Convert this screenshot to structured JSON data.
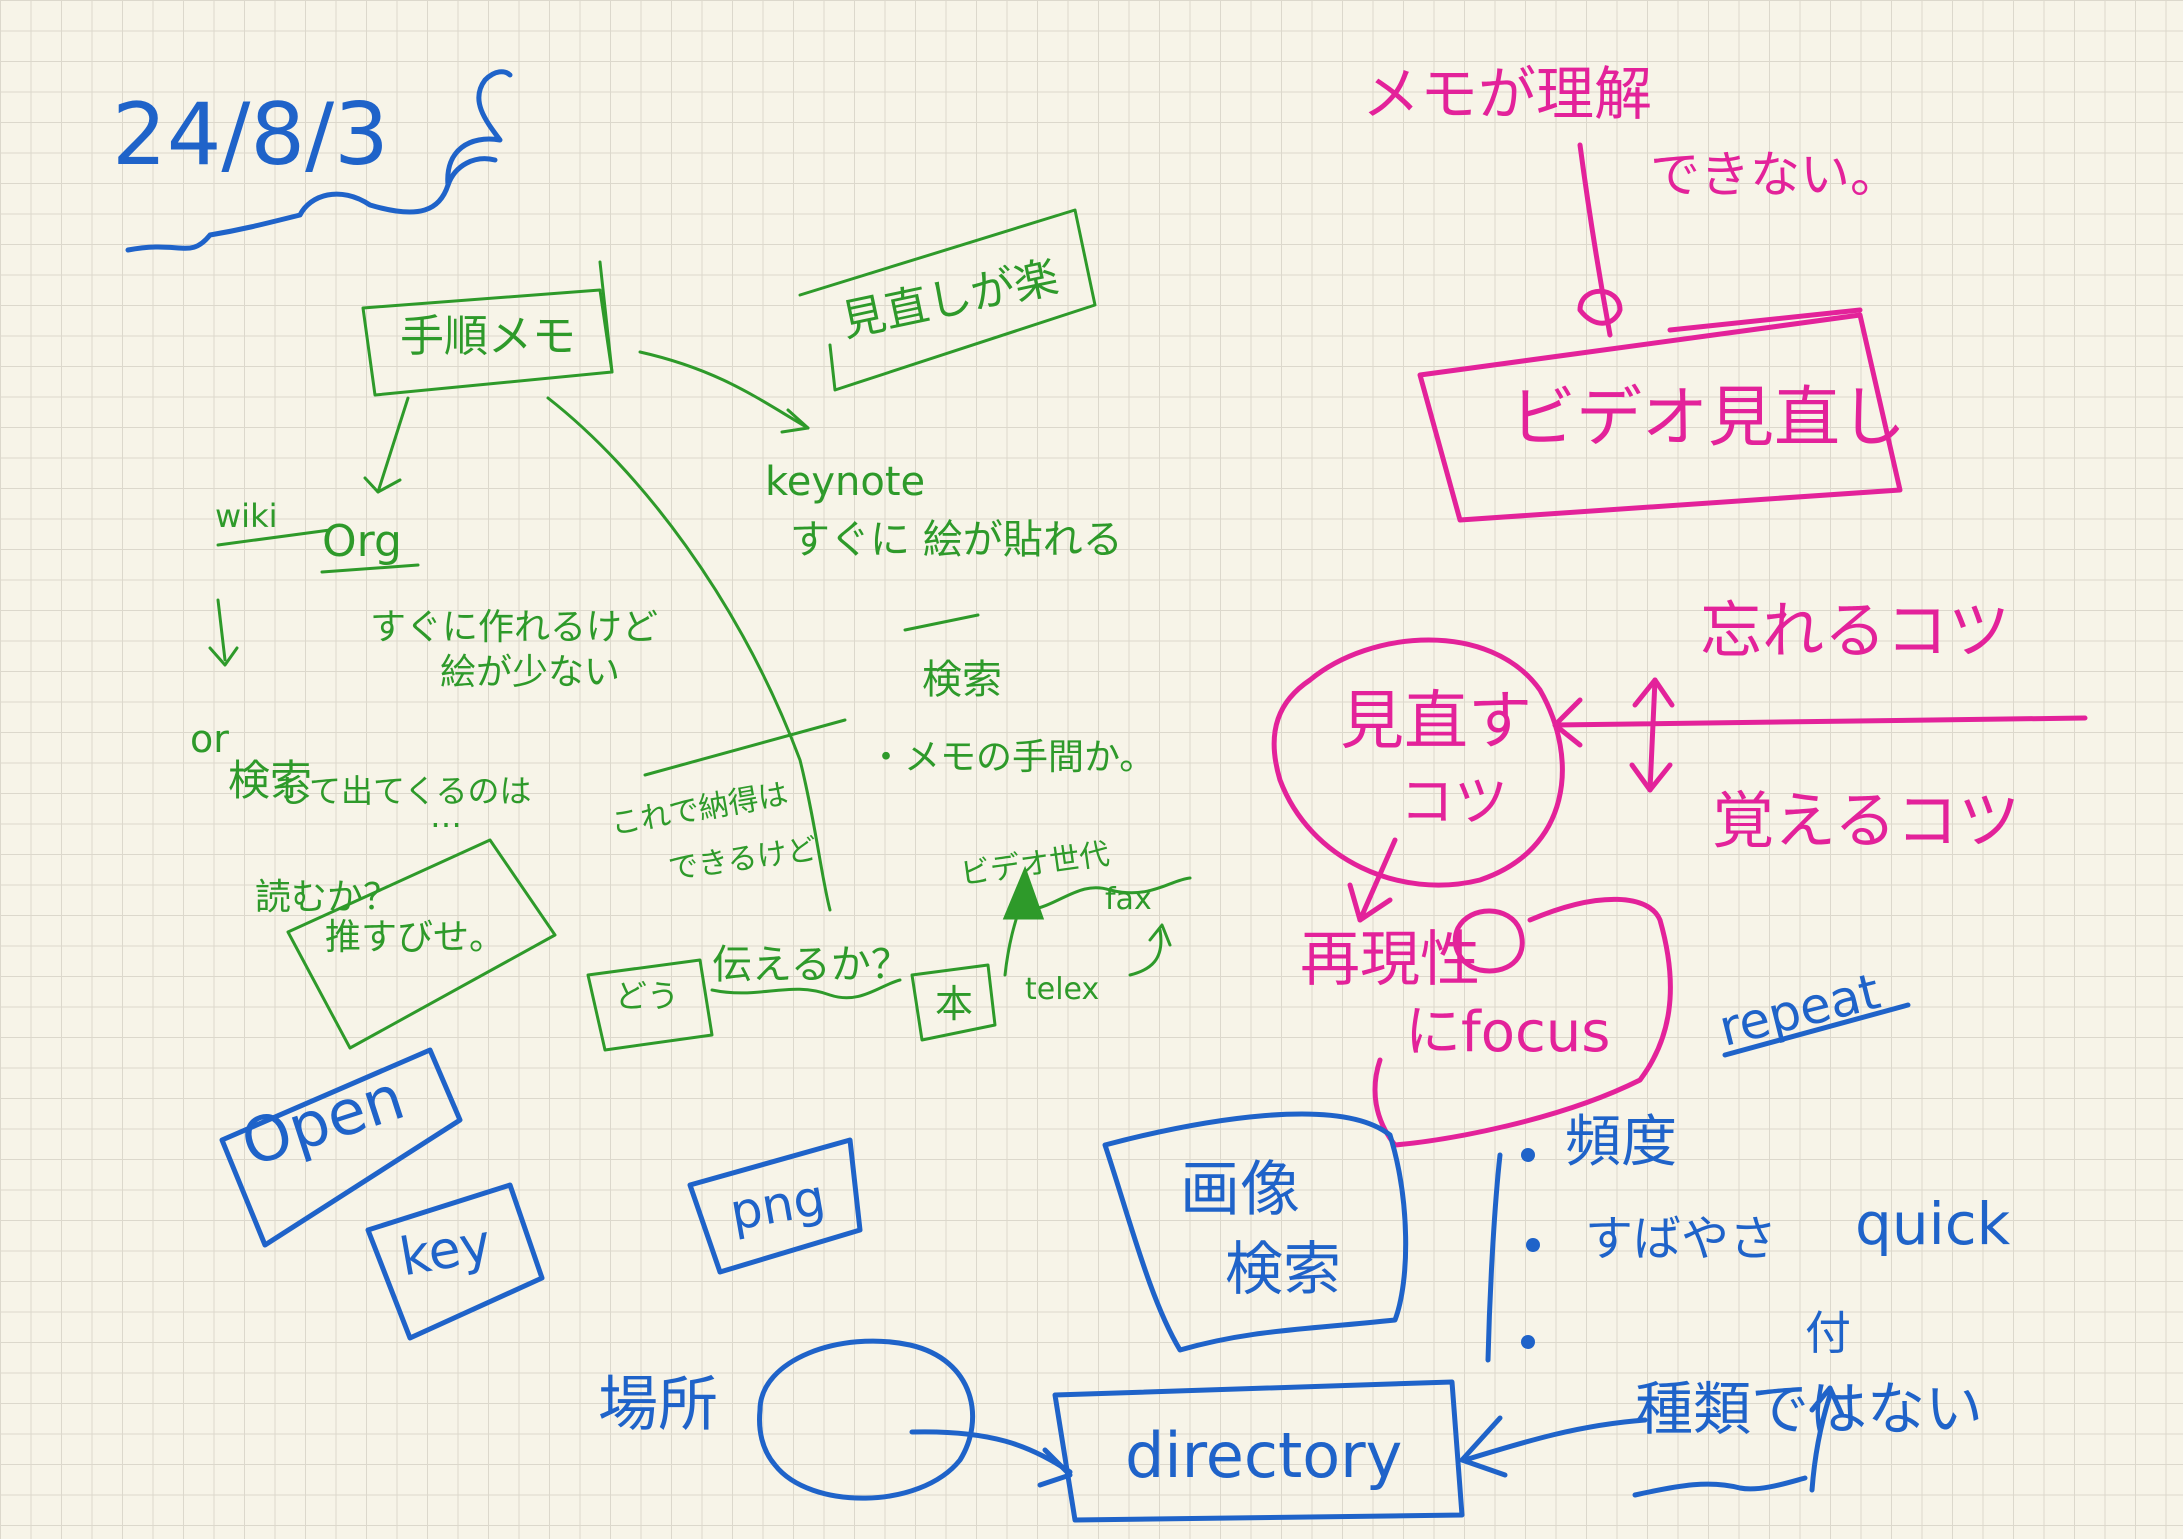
{
  "colors": {
    "green": "#2e9a2a",
    "blue": "#1f63c9",
    "pink": "#e3229a",
    "paper": "#f7f4e8"
  },
  "date": "24/8/3",
  "green_notes": {
    "procedure_memo": "手順メモ",
    "watching_is_easy": "見直しが楽",
    "wiki": "wiki",
    "org": "Org",
    "org_note_1": "すぐに作れるけど",
    "org_note_2": "絵が少ない",
    "or": "or",
    "search": "検索",
    "search_note": "して出てくるのは",
    "dashes": "…",
    "read_1": "読むか？",
    "read_2": "推すびせ。",
    "keynote": "keynote",
    "keynote_note": "すぐに 絵が貼れる",
    "search_2": "検索",
    "memo_hint": "・メモの手間か。",
    "satisfied_1": "これで納得は",
    "satisfied_2": "できるけど",
    "how": "どう",
    "convey": "伝えるか？",
    "video_gen": "ビデオ世代",
    "fax": "fax",
    "book": "本",
    "telex": "telex"
  },
  "pink_notes": {
    "memo_understand": "メモが理解",
    "cannot": "できない。",
    "video_watch": "ビデオ見直し",
    "forget_tips": "忘れるコツ",
    "remember_tips": "覚えるコツ",
    "review_1": "見直す",
    "review_2": "コツ",
    "reproduce": "再現性",
    "focus": "にfocus"
  },
  "blue_notes": {
    "open": "Open",
    "key": "key",
    "png": "png",
    "image_search_1": "画像",
    "image_search_2": "検索",
    "repeat": "repeat",
    "frequency": "頻度",
    "quickly": "すばやさ",
    "quick": "quick",
    "place": "場所",
    "directory": "directory",
    "attach": "付",
    "type": "種類ではない"
  }
}
